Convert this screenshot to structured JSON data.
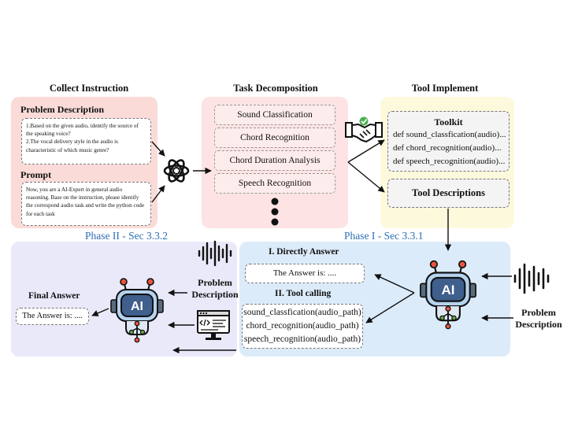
{
  "collect": {
    "title": "Collect Instruction",
    "problem_heading": "Problem Description",
    "problem_text_1": "1.Based on the given audio, identify the source of the speaking voice?",
    "problem_text_2": "2.The vocal delivery style in the audio is characteristic of which music genre?",
    "prompt_heading": "Prompt",
    "prompt_text": "Now, you are a AI-Expert in general audio reasoning. Base on the instruction, please identify the correspond audio task and write the python code for each task"
  },
  "decomposition": {
    "title": "Task Decomposition",
    "tasks": [
      "Sound Classification",
      "Chord Recognition",
      "Chord Duration Analysis",
      "Speech Recognition"
    ]
  },
  "implement": {
    "title": "Tool Implement",
    "toolkit_heading": "Toolkit",
    "toolkit_lines": [
      "def sound_classfication(audio)...",
      "def chord_recognition(audio)...",
      "def speech_recognition(audio)..."
    ],
    "tool_descriptions": "Tool Descriptions"
  },
  "phase1": {
    "label": "Phase I - Sec 3.3.1",
    "directly_heading": "I. Directly Answer",
    "answer_text": "The Answer is: ....",
    "tool_calling_heading": "II. Tool calling",
    "calls": [
      "sound_classfication(audio_path)",
      "chord_recognition(audio_path)",
      "speech_recognition(audio_path)"
    ],
    "problem_label_1": "Problem",
    "problem_label_2": "Description",
    "robot_text": "AI"
  },
  "phase2": {
    "label": "Phase II - Sec 3.3.2",
    "final_heading": "Final Answer",
    "answer_text": "The Answer is: ....",
    "problem_label_1": "Problem",
    "problem_label_2": "Description",
    "robot_text": "AI"
  },
  "colors": {
    "collect_bg": "#fadbd8",
    "decomp_bg": "#fde3e3",
    "implement_bg": "#fdf9dc",
    "phase1_bg": "#dcebf9",
    "phase2_bg": "#e9e9fa",
    "phase_label": "#2e6fb5"
  }
}
